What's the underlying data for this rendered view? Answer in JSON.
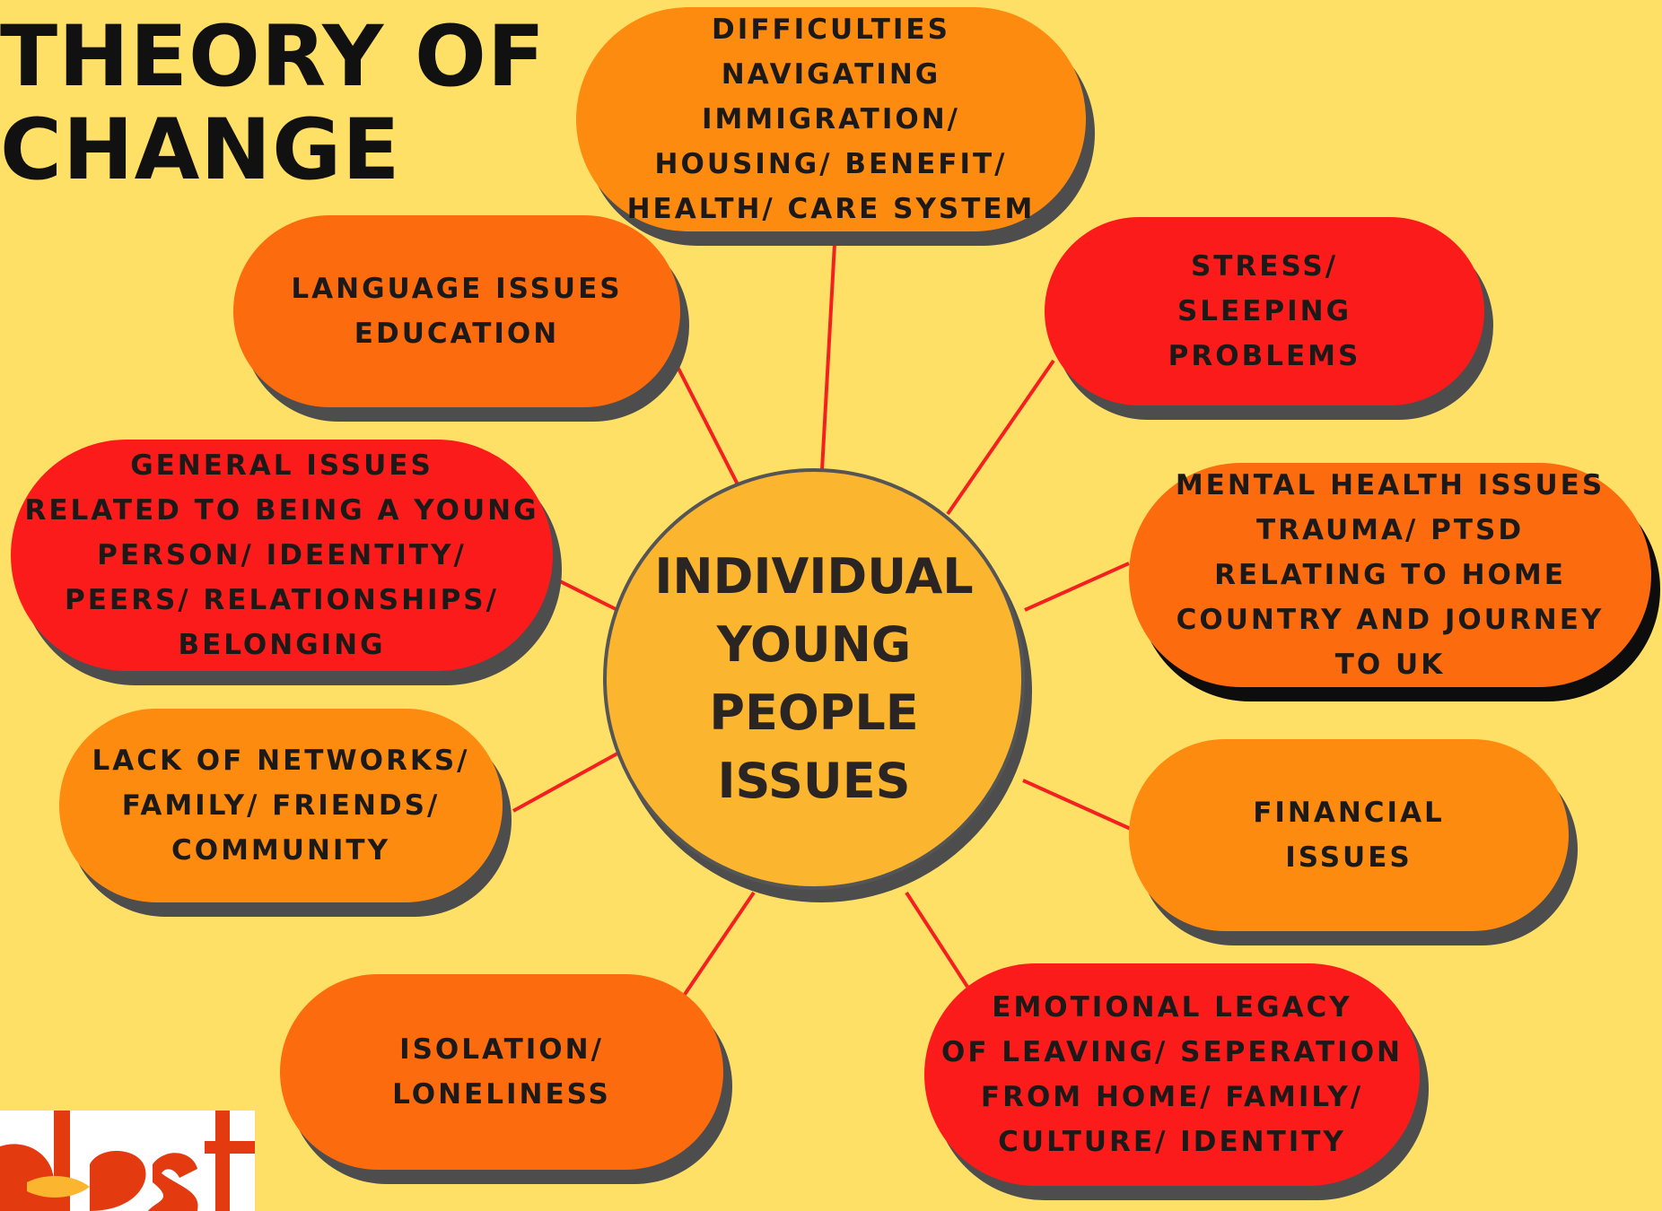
{
  "title": {
    "line1": "THEORY OF",
    "line2": "CHANGE"
  },
  "center": {
    "lines": [
      "INDIVIDUAL",
      "YOUNG",
      "PEOPLE",
      "ISSUES"
    ]
  },
  "nodes": {
    "difficulties": {
      "lines": [
        "DIFFICULTIES",
        "NAVIGATING",
        "IMMIGRATION/",
        "HOUSING/ BENEFIT/",
        "HEALTH/ CARE SYSTEM"
      ]
    },
    "language": {
      "lines": [
        "LANGUAGE ISSUES",
        "EDUCATION"
      ]
    },
    "stress": {
      "lines": [
        "STRESS/",
        "SLEEPING",
        "PROBLEMS"
      ]
    },
    "general": {
      "lines": [
        "GENERAL ISSUES",
        "RELATED TO BEING A YOUNG",
        "PERSON/ IDEENTITY/",
        "PEERS/ RELATIONSHIPS/",
        "BELONGING"
      ]
    },
    "mental": {
      "lines": [
        "MENTAL HEALTH ISSUES",
        "TRAUMA/ PTSD",
        "RELATING TO HOME",
        "COUNTRY AND JOURNEY",
        "TO UK"
      ]
    },
    "networks": {
      "lines": [
        "LACK OF NETWORKS/",
        "FAMILY/ FRIENDS/",
        "COMMUNITY"
      ]
    },
    "financial": {
      "lines": [
        "FINANCIAL",
        "ISSUES"
      ]
    },
    "isolation": {
      "lines": [
        "ISOLATION/",
        "LONELINESS"
      ]
    },
    "emotional": {
      "lines": [
        "EMOTIONAL LEGACY",
        "OF LEAVING/ SEPERATION",
        "FROM HOME/ FAMILY/",
        "CULTURE/ IDENTITY"
      ]
    }
  },
  "colors": {
    "background": "#ffe066",
    "center": "#fbb52f",
    "orange": "#fd8b0f",
    "deep_orange": "#fc6b0d",
    "red": "#fc1b1b",
    "connector": "#f42020",
    "shadow": "#4d4d4d"
  },
  "logo": {
    "text": "dost"
  }
}
